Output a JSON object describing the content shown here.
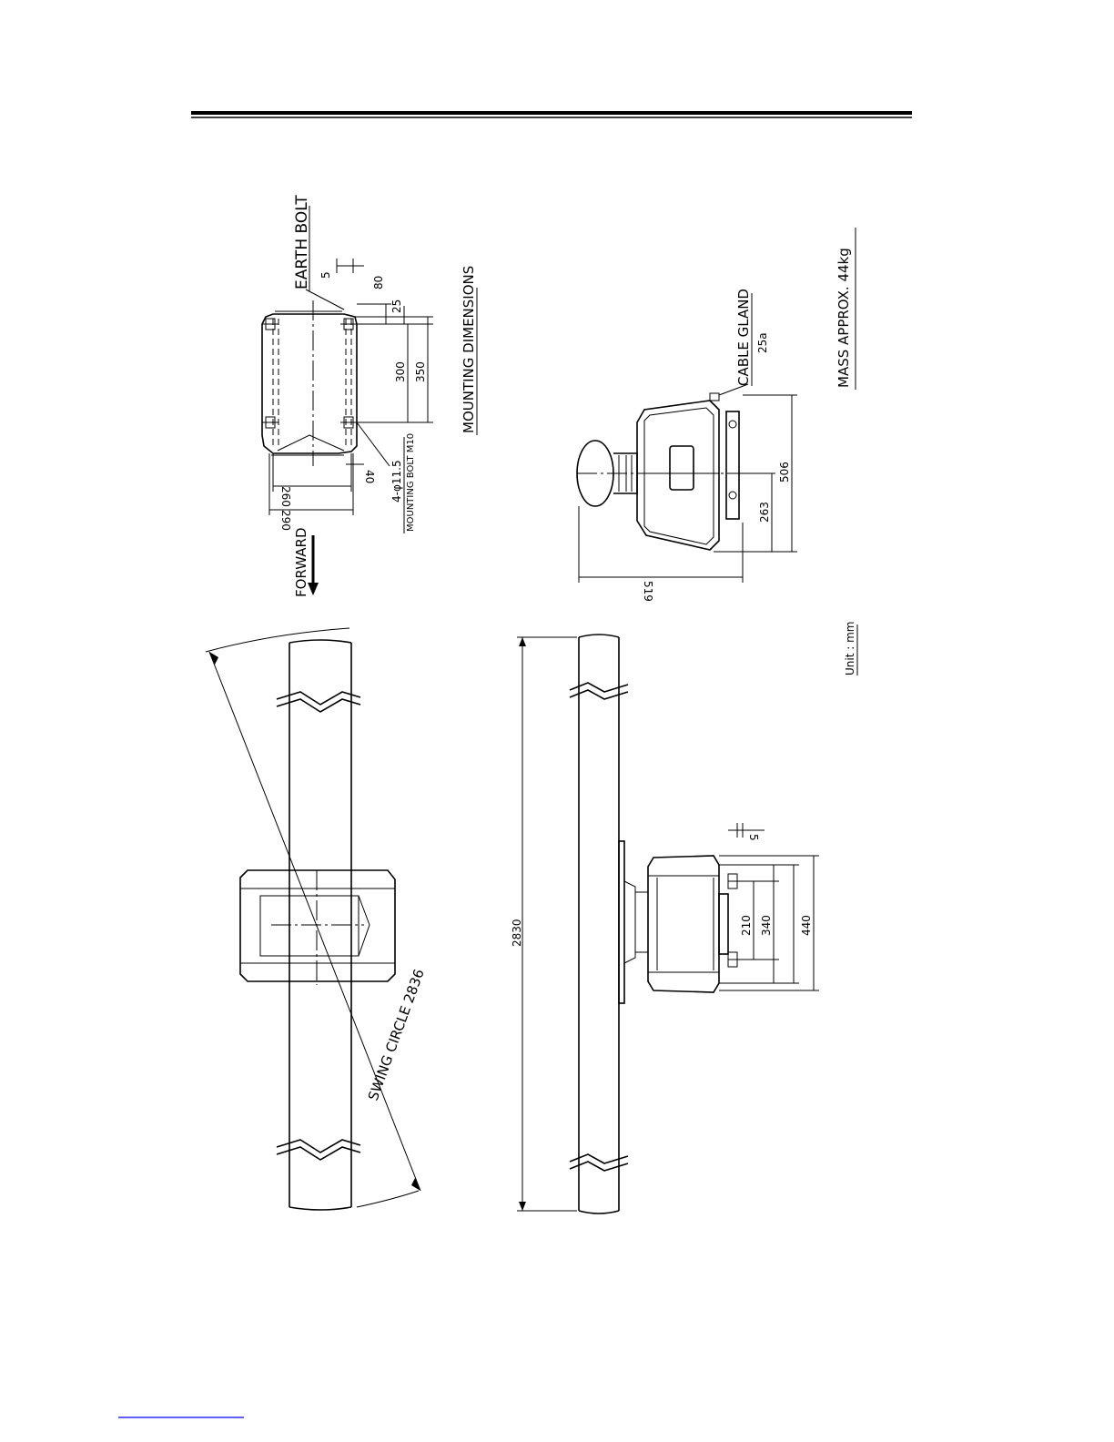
{
  "labels": {
    "earth_bolt": "EARTH BOLT",
    "mounting_dimensions": "MOUNTING DIMENSIONS",
    "forward": "FORWARD",
    "mounting_bolt_qty": "4-φ11.5",
    "mounting_bolt": "MOUNTING BOLT M10",
    "cable_gland": "CABLE GLAND",
    "cable_gland_size": "25a",
    "mass": "MASS APPROX. 44kg",
    "unit": "Unit : mm",
    "swing_circle": "SWING CIRCLE 2836"
  },
  "dims": {
    "d5_top": "5",
    "d80": "80",
    "d25": "25",
    "d300": "300",
    "d350": "350",
    "d40": "40",
    "d260": "260",
    "d290": "290",
    "d519": "519",
    "d263": "263",
    "d506": "506",
    "d2830": "2830",
    "d5_bottom": "5",
    "d210": "210",
    "d340": "340",
    "d440": "440"
  }
}
